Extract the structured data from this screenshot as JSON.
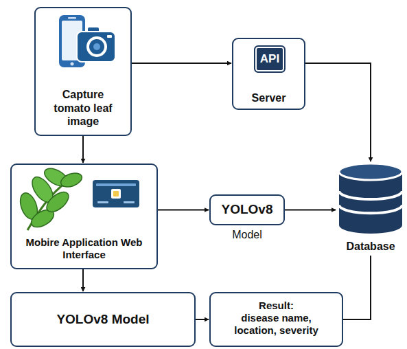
{
  "diagram": {
    "nodes": [
      {
        "text": [
          "Capture tomato leaf image"
        ]
      },
      {
        "text": [
          "Server"
        ]
      },
      {
        "text": [
          "API"
        ],
        "in": 1
      },
      {
        "text": [
          "Mobire Application Web Interface"
        ]
      },
      {
        "text": [
          "YOLOv8",
          "Model"
        ]
      },
      {
        "text": [
          "Database"
        ]
      },
      {
        "text": [
          "YOLOv8 Model"
        ]
      },
      {
        "text": [
          "Result:",
          "disease name, location, severity"
        ]
      }
    ],
    "edges": [
      {
        "from": 0,
        "to": 1,
        "arrow": "to"
      },
      {
        "from": 1,
        "to": 5,
        "arrow": "to"
      },
      {
        "from": 0,
        "to": 3,
        "arrow": "to"
      },
      {
        "from": 3,
        "to": 4,
        "arrow": "to"
      },
      {
        "from": 4,
        "to": 5,
        "arrow": "to"
      },
      {
        "from": 3,
        "to": 6,
        "arrow": "to"
      },
      {
        "from": 6,
        "to": 7,
        "arrow": "to"
      },
      {
        "from": 7,
        "to": 5,
        "arrow": "none"
      }
    ]
  }
}
